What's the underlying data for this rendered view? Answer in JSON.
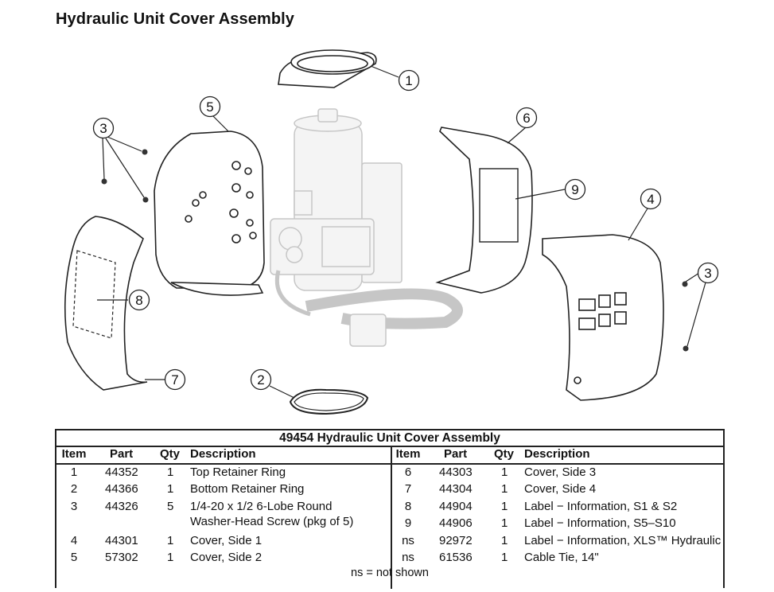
{
  "title": "Hydraulic Unit Cover Assembly",
  "callouts": [
    "1",
    "2",
    "3",
    "3",
    "4",
    "5",
    "6",
    "7",
    "8",
    "9"
  ],
  "table": {
    "title": "49454  Hydraulic Unit Cover Assembly",
    "headers": {
      "item": "Item",
      "part": "Part",
      "qty": "Qty",
      "description": "Description"
    },
    "left_rows": [
      {
        "item": "1",
        "part": "44352",
        "qty": "1",
        "desc": "Top Retainer Ring",
        "desc2": ""
      },
      {
        "item": "2",
        "part": "44366",
        "qty": "1",
        "desc": "Bottom Retainer Ring",
        "desc2": ""
      },
      {
        "item": "3",
        "part": "44326",
        "qty": "5",
        "desc": "1/4-20 x 1/2 6-Lobe Round",
        "desc2": "Washer-Head Screw (pkg of 5)"
      },
      {
        "item": "4",
        "part": "44301",
        "qty": "1",
        "desc": "Cover, Side 1",
        "desc2": ""
      },
      {
        "item": "5",
        "part": "57302",
        "qty": "1",
        "desc": "Cover, Side 2",
        "desc2": ""
      }
    ],
    "right_rows": [
      {
        "item": "6",
        "part": "44303",
        "qty": "1",
        "desc": "Cover, Side 3"
      },
      {
        "item": "7",
        "part": "44304",
        "qty": "1",
        "desc": "Cover, Side 4"
      },
      {
        "item": "8",
        "part": "44904",
        "qty": "1",
        "desc": "Label − Information, S1 & S2"
      },
      {
        "item": "9",
        "part": "44906",
        "qty": "1",
        "desc": "Label − Information, S5–S10"
      },
      {
        "item": "ns",
        "part": "92972",
        "qty": "1",
        "desc": "Label − Information, XLS™ Hydraulic"
      },
      {
        "item": "ns",
        "part": "61536",
        "qty": "1",
        "desc": "Cable Tie, 14\""
      }
    ],
    "footnote": "ns = not shown"
  }
}
